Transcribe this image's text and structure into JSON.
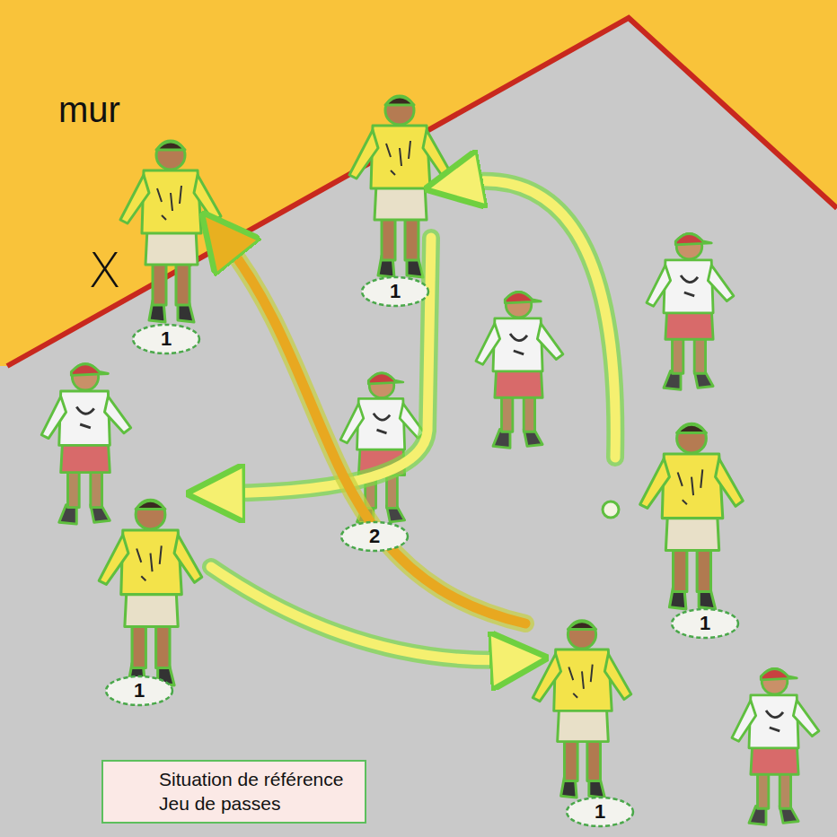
{
  "diagram": {
    "nodes": [
      {
        "text": [
          "1"
        ]
      },
      {
        "text": [
          "1"
        ]
      },
      {
        "text": [
          "2"
        ]
      },
      {
        "text": [
          "1"
        ]
      },
      {
        "text": [
          "1"
        ]
      },
      {
        "text": [
          "1"
        ]
      },
      {
        "text": [
          "Situation de référence",
          "Jeu de passes"
        ]
      }
    ],
    "labels": [
      "mur",
      "X"
    ]
  }
}
